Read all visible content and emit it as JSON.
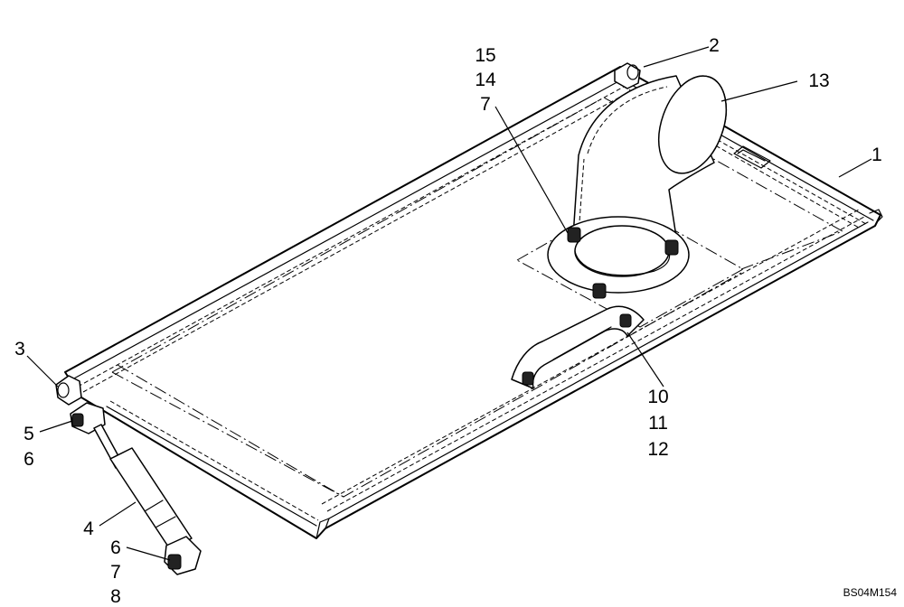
{
  "diagram": {
    "drawing_reference": "BS04M154",
    "callouts": [
      {
        "id": "c1",
        "texts": [
          "1"
        ]
      },
      {
        "id": "c2",
        "texts": [
          "2"
        ]
      },
      {
        "id": "c3",
        "texts": [
          "3"
        ]
      },
      {
        "id": "c4",
        "texts": [
          "4"
        ]
      },
      {
        "id": "c13",
        "texts": [
          "13"
        ]
      },
      {
        "id": "c15",
        "texts": [
          "15",
          "14",
          "7"
        ]
      },
      {
        "id": "c10",
        "texts": [
          "10",
          "11",
          "12"
        ]
      },
      {
        "id": "c5",
        "texts": [
          "5",
          "6"
        ]
      },
      {
        "id": "c6",
        "texts": [
          "6",
          "7",
          "8"
        ]
      }
    ]
  }
}
